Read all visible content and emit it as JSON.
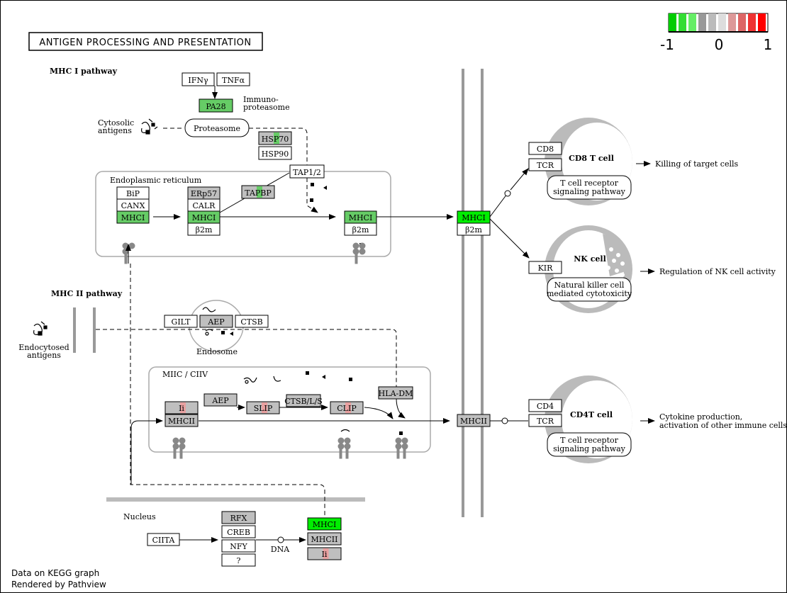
{
  "title": "ANTIGEN PROCESSING AND PRESENTATION",
  "legend": {
    "min": "-1",
    "mid": "0",
    "max": "1",
    "colors": [
      "#00cc00",
      "#33dd33",
      "#66ee66",
      "#999999",
      "#bbbbbb",
      "#dddddd",
      "#dd9999",
      "#dd6666",
      "#ee3333",
      "#ff0000"
    ]
  },
  "colors": {
    "up_green": "#66cc66",
    "bright_green": "#00ee00",
    "grey": "#bfbfbf",
    "pink": "#e8a0a0",
    "membrane": "#999999"
  },
  "sections": {
    "mhc1": "MHC I pathway",
    "mhc2": "MHC II pathway",
    "er": "Endoplasmic reticulum",
    "endosome": "Endosome",
    "miic": "MIIC / CIIV",
    "nucleus": "Nucleus",
    "cytosolic1": "Cytosolic",
    "cytosolic2": "antigens",
    "endocytosed1": "Endocytosed",
    "endocytosed2": "antigens",
    "immuno1": "Immuno-",
    "immuno2": "proteasome",
    "dna": "DNA"
  },
  "genes": {
    "ifng": "IFNγ",
    "tnfa": "TNFα",
    "pa28": "PA28",
    "proteasome": "Proteasome",
    "hsp70": "HSP70",
    "hsp90": "HSP90",
    "tap": "TAP1/2",
    "tapbp": "TAPBP",
    "bip": "BiP",
    "canx": "CANX",
    "mhci": "MHCI",
    "erp57": "ERp57",
    "calr": "CALR",
    "b2m": "β2m",
    "gilt": "GILT",
    "aep": "AEP",
    "ctsb": "CTSB",
    "ii": "Ii",
    "mhcii": "MHCII",
    "slip": "SLIP",
    "ctsbls": "CTSB/L/S",
    "clip": "CLIP",
    "hladm": "HLA-DM",
    "ciita": "CIITA",
    "rfx": "RFX",
    "creb": "CREB",
    "nfy": "NFY",
    "q": "?",
    "cd8": "CD8",
    "tcr": "TCR",
    "kir": "KIR",
    "cd4": "CD4"
  },
  "cells": {
    "cd8": "CD8 T cell",
    "nk": "NK cell",
    "cd4": "CD4T cell",
    "tcr_path1": "T cell receptor",
    "tcr_path2": "signaling pathway",
    "nk_path1": "Natural killer cell",
    "nk_path2": "mediated cytotoxicity"
  },
  "outcomes": {
    "killing": "Killing of target cells",
    "nk_reg": "Regulation of NK cell activity",
    "cyto1": "Cytokine production,",
    "cyto2": "activation of other immune cells"
  },
  "footer": {
    "line1": "Data on KEGG graph",
    "line2": "Rendered by Pathview"
  }
}
